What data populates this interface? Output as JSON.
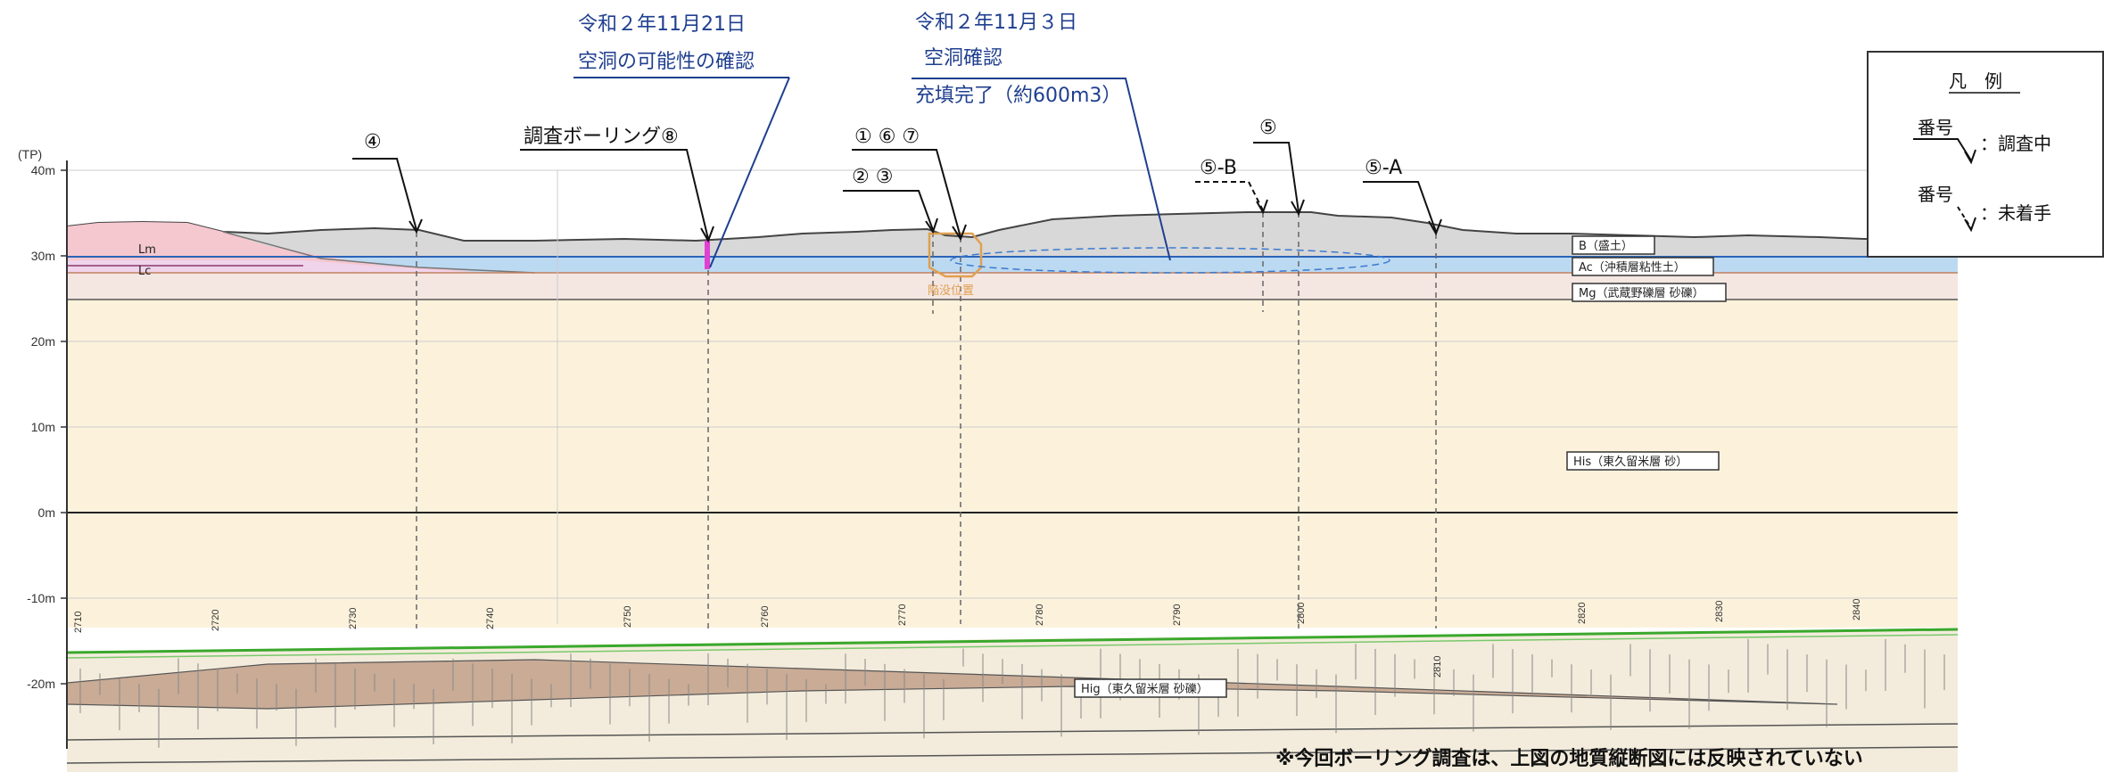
{
  "axis": {
    "unit_label": "(TP)",
    "y_ticks": [
      "40m",
      "30m",
      "20m",
      "10m",
      "0m",
      "-10m",
      "-20m"
    ],
    "x_ticks": [
      "2710",
      "2720",
      "2730",
      "2740",
      "2750",
      "2760",
      "2770",
      "2780",
      "2790",
      "2800",
      "2810",
      "2820",
      "2830",
      "2840"
    ]
  },
  "layers": {
    "lm": "Lm",
    "lc": "Lc",
    "b": "B（盛土）",
    "ac": "Ac（沖積層粘性土）",
    "mg": "Mg（武蔵野礫層 砂礫）",
    "his": "His（東久留米層 砂）",
    "hig": "Hig（東久留米層 砂礫）",
    "cave_site": "陥没位置"
  },
  "annotations": {
    "nov21_date": "令和２年11月21日",
    "nov21_text": "空洞の可能性の確認",
    "nov3_date": "令和２年11月３日",
    "nov3_text1": "空洞確認",
    "nov3_text2": "充填完了（約600m3）",
    "boring8": "調査ボーリング⑧",
    "n4": "④",
    "n167": "①  ⑥  ⑦",
    "n23": "②  ③",
    "n5": "⑤",
    "n5b": "⑤-B",
    "n5a": "⑤-A"
  },
  "legend": {
    "title": "凡　例",
    "item1_label": "番号",
    "item1_text": "：調査中",
    "item2_label": "番号",
    "item2_text": "：未着手"
  },
  "note": "※今回ボーリング調査は、上図の地質縦断図には反映されていない",
  "colors": {
    "fill_soil": "#d8d8d8",
    "clay": "#bcd9f2",
    "gravel": "#f4e6e1",
    "sand": "#fcf2dc",
    "loam": "#f5c7cf",
    "annotation_blue": "#1f3f8f",
    "boring_marker": "#e040d0",
    "cave_outline": "#e0a050",
    "green_line": "#3aa82c"
  }
}
